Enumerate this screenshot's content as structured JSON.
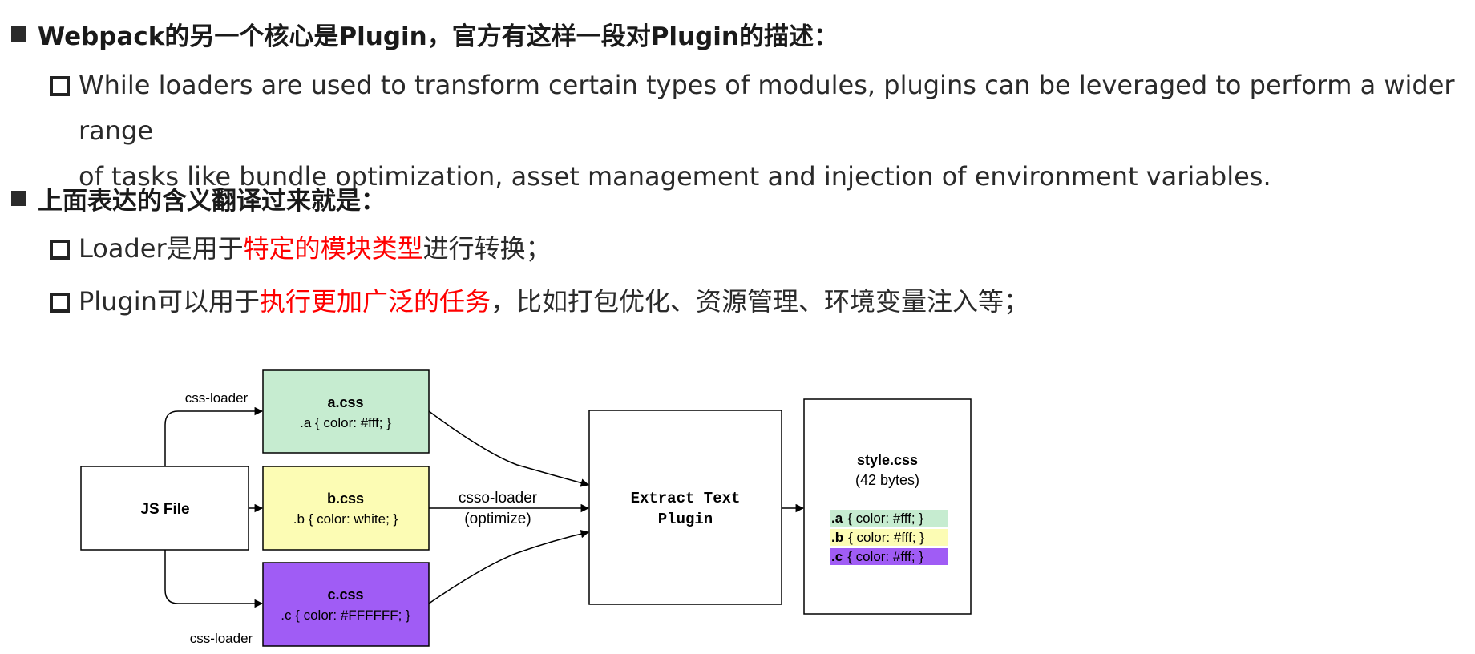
{
  "heading1": "Webpack的另一个核心是Plugin，官方有这样一段对Plugin的描述：",
  "quote": {
    "line1": "While loaders are used to transform certain types of modules, plugins can be leveraged to perform a wider range",
    "line2": "of tasks like bundle optimization, asset management and injection of environment variables."
  },
  "heading2": "上面表达的含义翻译过来就是：",
  "item_loader": {
    "prefix": "Loader是用于",
    "highlight": "特定的模块类型",
    "suffix": "进行转换；"
  },
  "item_plugin": {
    "prefix": "Plugin可以用于",
    "highlight": "执行更加广泛的任务",
    "suffix": "，比如打包优化、资源管理、环境变量注入等；"
  },
  "diagram": {
    "js_file": "JS File",
    "css_loader_top": "css-loader",
    "css_loader_bottom": "css-loader",
    "csso_loader": "csso-loader",
    "optimize": "(optimize)",
    "a_name": "a.css",
    "a_rule": ".a {  color: #fff; }",
    "b_name": "b.css",
    "b_rule": ".b {  color: white; }",
    "c_name": "c.css",
    "c_rule": ".c { color: #FFFFFF; }",
    "extract_line1": "Extract Text",
    "extract_line2": "Plugin",
    "style_name": "style.css",
    "style_size": "(42 bytes)",
    "out_a_sel": ".a",
    "out_a_rule": "{  color: #fff; }",
    "out_b_sel": ".b",
    "out_b_rule": "{  color: #fff; }",
    "out_c_sel": ".c",
    "out_c_rule": "{  color: #fff; }",
    "colors": {
      "a_fill": "#c6ecd0",
      "b_fill": "#fcfcb4",
      "c_fill": "#a05cf5",
      "highlight_red": "#ff0000"
    }
  }
}
